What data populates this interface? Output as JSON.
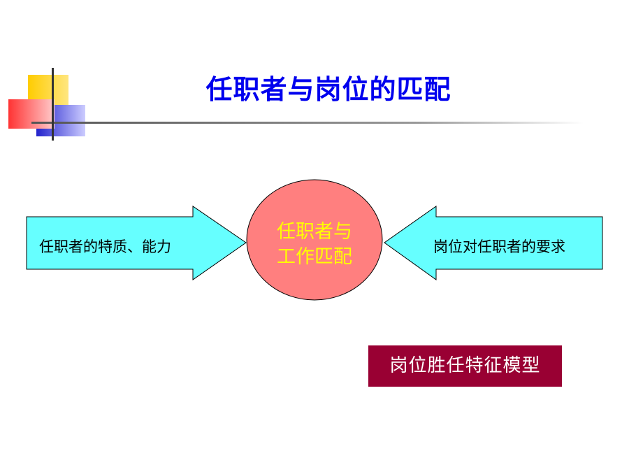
{
  "slide": {
    "title": "任职者与岗位的匹配"
  },
  "diagram": {
    "left_arrow_label": "任职者的特质、能力",
    "center_label_line1": "任职者与",
    "center_label_line2": "工作匹配",
    "right_arrow_label": "岗位对任职者的要求",
    "model_label": "岗位胜任特征模型"
  },
  "colors": {
    "title": "#0000ee",
    "arrow_fill": "#66ffff",
    "circle_fill": "#ff7f7f",
    "circle_text": "#ffff00",
    "model_box": "#990033"
  }
}
